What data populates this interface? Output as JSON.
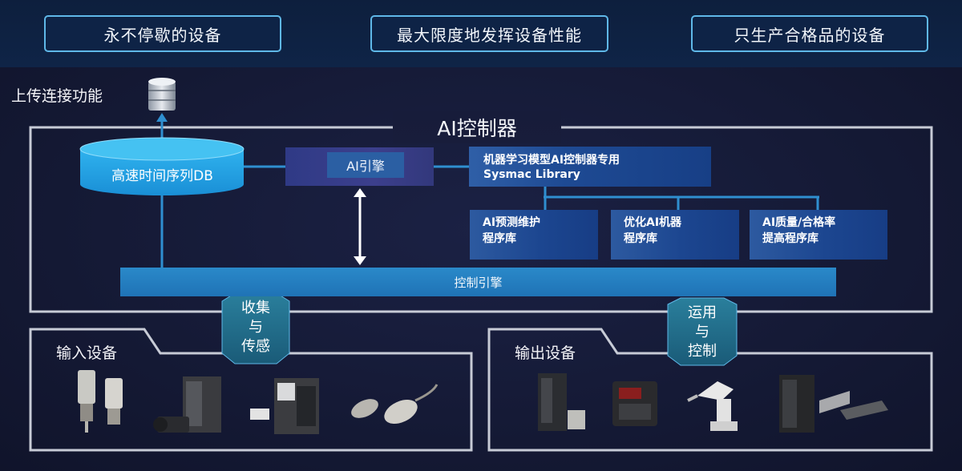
{
  "top_pills": [
    {
      "label": "永不停歇的设备"
    },
    {
      "label": "最大限度地发挥设备性能"
    },
    {
      "label": "只生产合格品的设备"
    }
  ],
  "upload": {
    "label": "上传连接功能"
  },
  "controller": {
    "title": "AI控制器"
  },
  "db": {
    "label": "高速时间序列DB"
  },
  "ai_engine": {
    "label": "AI引擎"
  },
  "library": {
    "line1": "机器学习模型AI控制器专用",
    "line2": "Sysmac Library"
  },
  "sub_libraries": [
    {
      "line1": "AI预测维护",
      "line2": "程序库"
    },
    {
      "line1": "优化AI机器",
      "line2": "程序库"
    },
    {
      "line1": "AI质量/合格率",
      "line2": "提高程序库"
    }
  ],
  "control_engine": {
    "label": "控制引擎"
  },
  "collect_badge": {
    "line1": "收集",
    "line2": "与",
    "line3": "传感"
  },
  "apply_badge": {
    "line1": "运用",
    "line2": "与",
    "line3": "控制"
  },
  "input_devices": {
    "label": "输入设备"
  },
  "output_devices": {
    "label": "输出设备"
  },
  "colors": {
    "accent": "#5fb8e8",
    "frame": "#c7cbd6",
    "arrow": "#2f8fd0",
    "badge": "#1f6f8f"
  }
}
